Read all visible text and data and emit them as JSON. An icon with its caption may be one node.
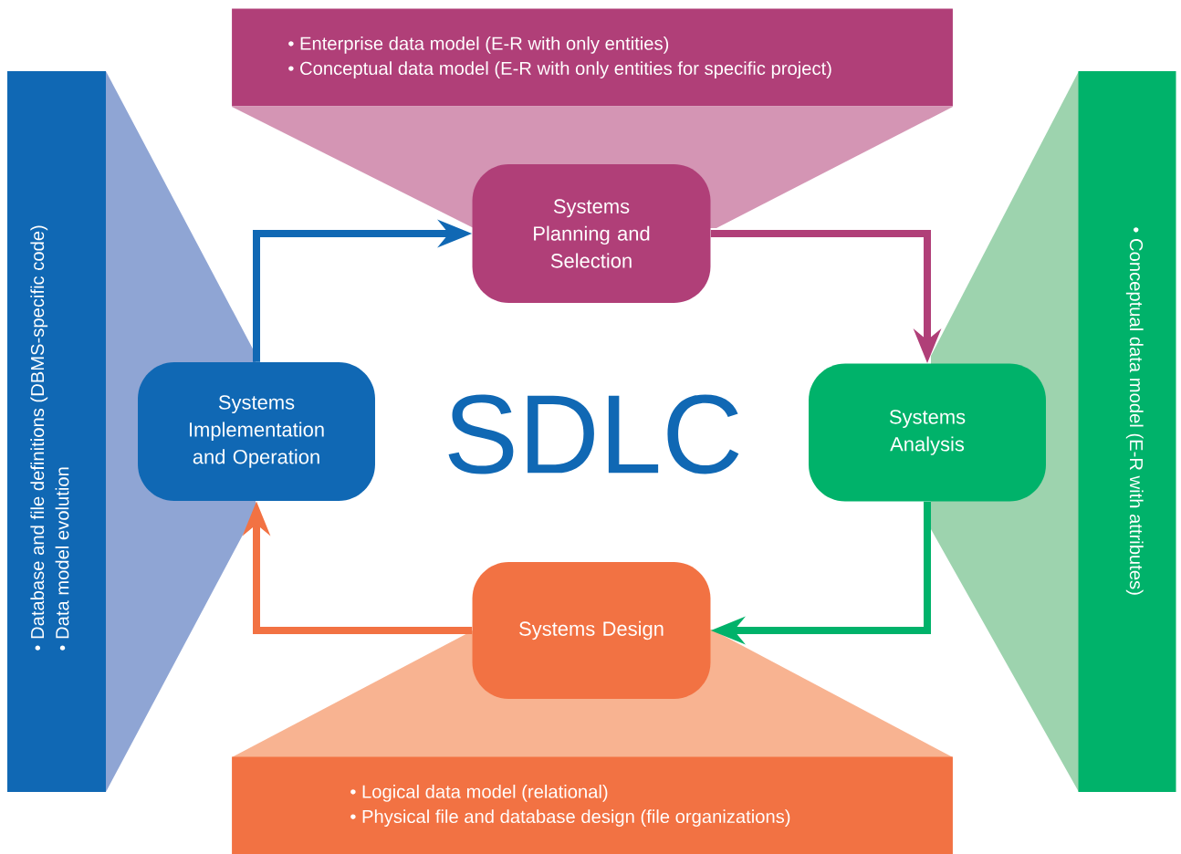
{
  "diagram": {
    "title": "SDLC",
    "nodes": [
      {
        "text": [
          "• Enterprise data model (E-R with only entities)",
          "• Conceptual data model (E-R with only entities for specific project)"
        ]
      },
      {
        "text": [
          "Systems Planning and Selection"
        ]
      },
      {
        "text": [
          "• Conceptual data model (E-R with attributes)"
        ]
      },
      {
        "text": [
          "Systems Analysis"
        ]
      },
      {
        "text": [
          "Systems Design"
        ]
      },
      {
        "text": [
          "• Logical data model (relational)",
          "• Physical file and database design (file organizations)"
        ]
      },
      {
        "text": [
          "• Database and file definitions (DBMS-specific code)",
          "• Data model evolution"
        ]
      },
      {
        "text": [
          "Systems Implementation and Operation"
        ]
      }
    ],
    "edges": [
      {
        "from": 7,
        "to": 1,
        "arrow": "to",
        "color": "#1068b4"
      },
      {
        "from": 1,
        "to": 3,
        "arrow": "to",
        "color": "#b03f78"
      },
      {
        "from": 3,
        "to": 4,
        "arrow": "to",
        "color": "#00b26a"
      },
      {
        "from": 4,
        "to": 7,
        "arrow": "to",
        "color": "#f27243"
      }
    ]
  }
}
